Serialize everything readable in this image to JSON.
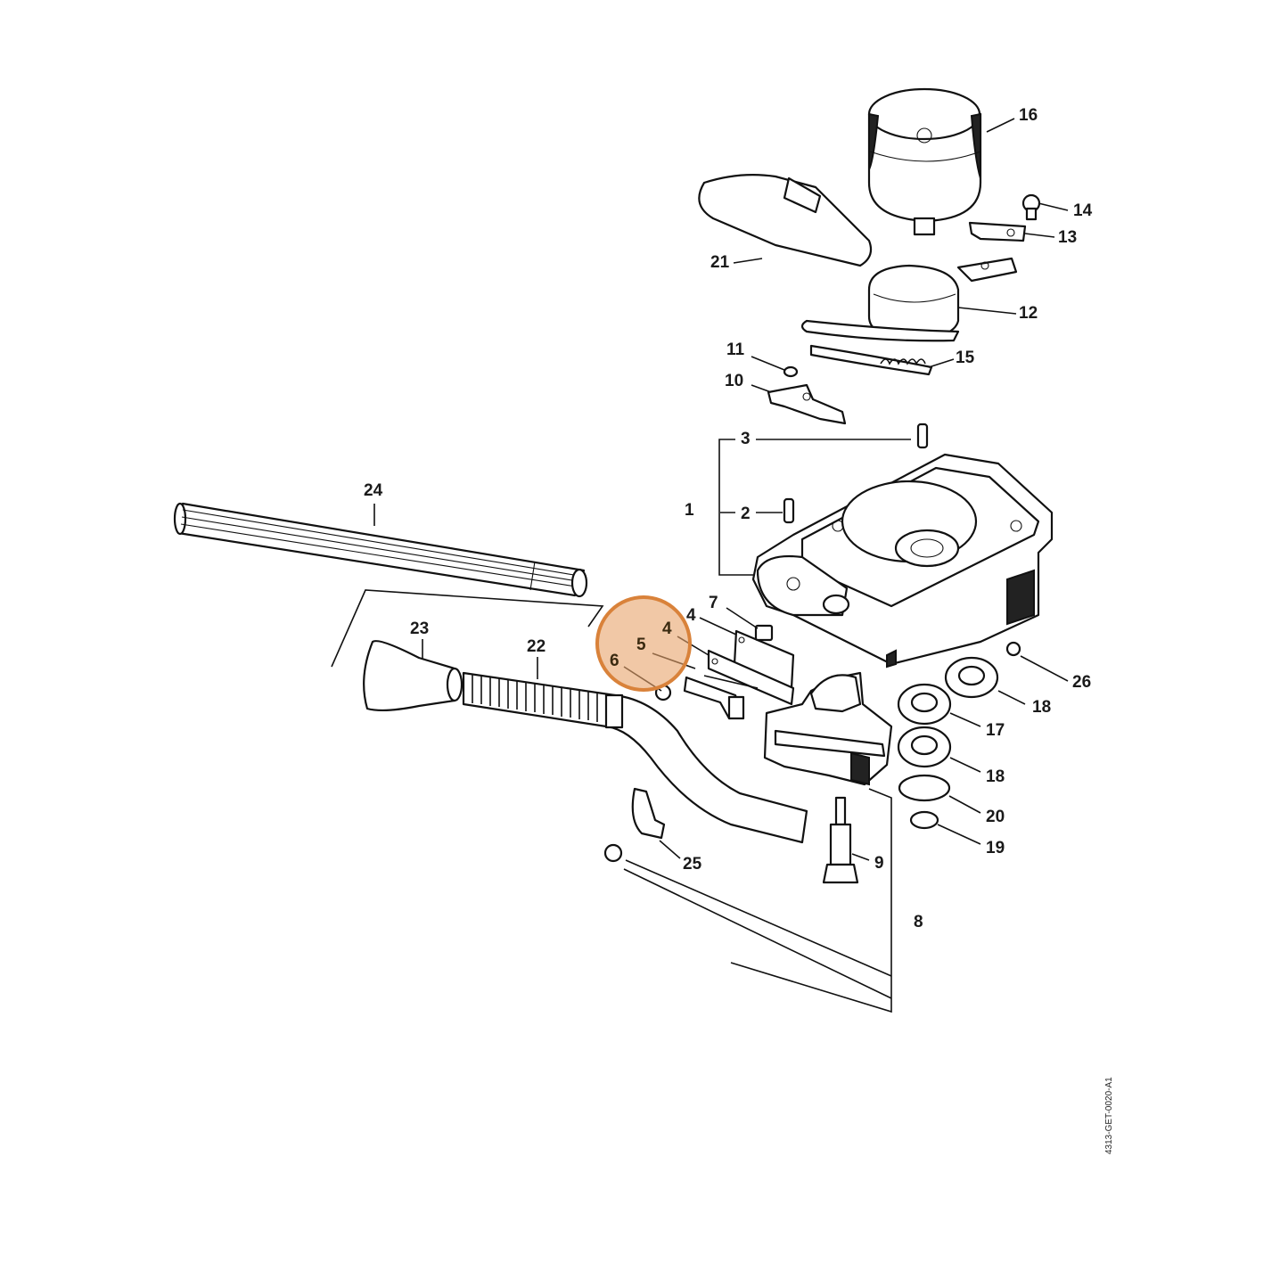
{
  "diagram": {
    "drawing_code": "4313-GET-0020-A1",
    "highlight_color": "#D9823A",
    "callouts": [
      "1",
      "2",
      "3",
      "4",
      "4",
      "5",
      "6",
      "7",
      "8",
      "9",
      "10",
      "11",
      "12",
      "13",
      "14",
      "15",
      "16",
      "17",
      "18",
      "18",
      "19",
      "20",
      "21",
      "22",
      "23",
      "24",
      "25",
      "26"
    ]
  }
}
